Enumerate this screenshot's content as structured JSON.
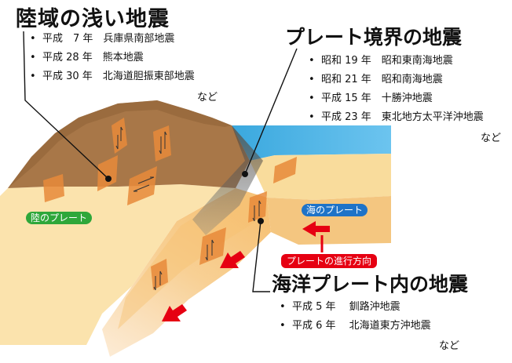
{
  "land_quake": {
    "title": "陸域の浅い地震",
    "items": [
      "平成　7 年　兵庫県南部地震",
      "平成 28 年　熊本地震",
      "平成 30 年　北海道胆振東部地震"
    ],
    "etc": "など"
  },
  "boundary_quake": {
    "title": "プレート境界の地震",
    "items": [
      "昭和 19 年　昭和東南海地震",
      "昭和 21 年　昭和南海地震",
      "平成 15 年　十勝沖地震",
      "平成 23 年　東北地方太平洋沖地震"
    ],
    "etc": "など"
  },
  "ocean_quake": {
    "title": "海洋プレート内の地震",
    "items": [
      "平成 5 年　 釧路沖地震",
      "平成 6 年　 北海道東方沖地震"
    ],
    "etc": "など"
  },
  "labels": {
    "land_plate": "陸のプレート",
    "ocean_plate": "海のプレート",
    "plate_direction": "プレートの進行方向"
  },
  "colors": {
    "land_crust": "#a87748",
    "plate": "#fbe0a4",
    "sea": "#4db3e6",
    "fault": "#e88a3a",
    "arrow": "#e60012",
    "land_label": "#2ea73a",
    "ocean_label": "#1e73c8"
  }
}
